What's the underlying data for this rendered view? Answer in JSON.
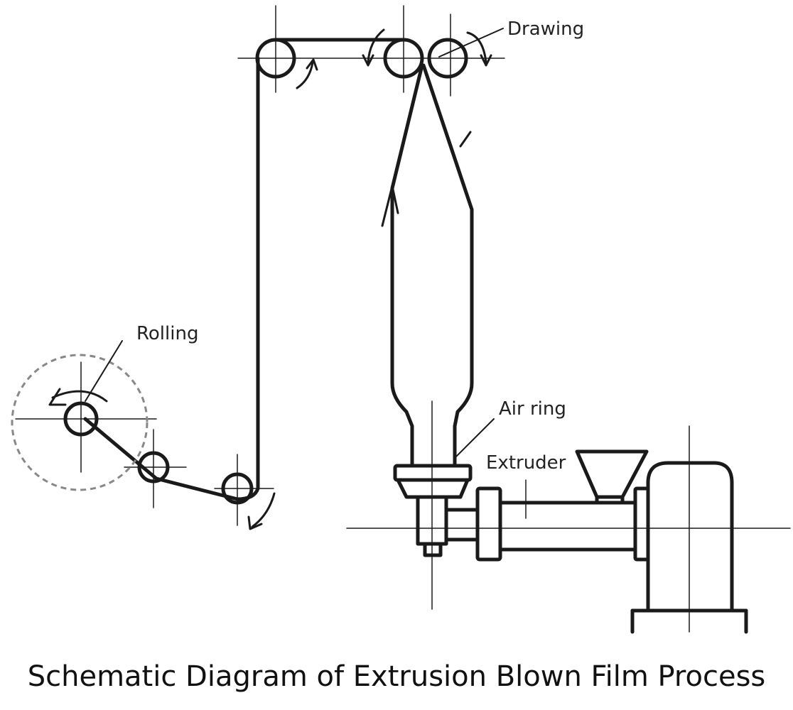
{
  "labels": {
    "drawing": "Drawing",
    "rolling": "Rolling",
    "air_ring": "Air ring",
    "extruder": "Extruder"
  },
  "caption": "Schematic Diagram of Extrusion Blown Film Process",
  "colors": {
    "ink": "#1a1a1a",
    "dashed_roll": "#888888",
    "background": "#ffffff"
  }
}
